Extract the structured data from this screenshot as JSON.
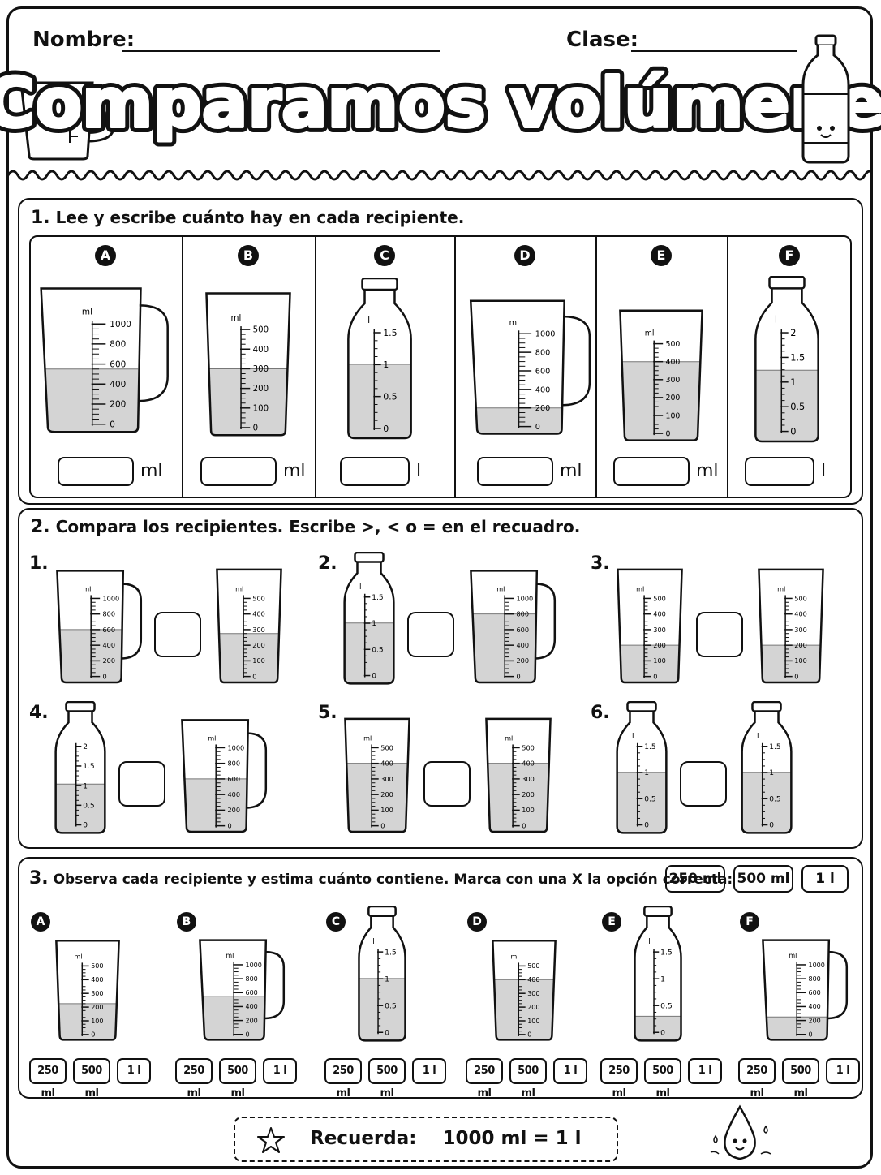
{
  "header": {
    "name_label": "Nombre:",
    "class_label": "Clase:",
    "title": "Comparamos volúmenes"
  },
  "section1": {
    "number": "1.",
    "instruction": "Lee y escribe cuánto hay en cada recipiente.",
    "items": [
      {
        "letter": "A",
        "unit": "ml",
        "scale_unit": "ml",
        "ticks": [
          "1000",
          "800",
          "600",
          "400",
          "200",
          "0"
        ],
        "fill": 0.55,
        "type": "jug"
      },
      {
        "letter": "B",
        "unit": "ml",
        "scale_unit": "ml",
        "ticks": [
          "500",
          "400",
          "300",
          "200",
          "100",
          "0"
        ],
        "fill": 0.6,
        "type": "beaker"
      },
      {
        "letter": "C",
        "unit": "l",
        "scale_unit": "l",
        "ticks": [
          "1.5",
          "1",
          "0.5",
          "0"
        ],
        "fill": 0.67,
        "type": "bottle"
      },
      {
        "letter": "D",
        "unit": "ml",
        "scale_unit": "ml",
        "ticks": [
          "1000",
          "800",
          "600",
          "400",
          "200",
          "0"
        ],
        "fill": 0.2,
        "type": "jug"
      },
      {
        "letter": "E",
        "unit": "ml",
        "scale_unit": "ml",
        "ticks": [
          "500",
          "400",
          "300",
          "200",
          "100",
          "0"
        ],
        "fill": 0.8,
        "type": "beaker"
      },
      {
        "letter": "F",
        "unit": "l",
        "scale_unit": "l",
        "ticks": [
          "2",
          "1.5",
          "1",
          "0.5",
          "0"
        ],
        "fill": 0.62,
        "type": "bottle"
      }
    ]
  },
  "section2": {
    "number": "2.",
    "instruction": "Compara los recipientes. Escribe >, < o = en el recuadro.",
    "pairs": [
      {
        "num": "1.",
        "left": {
          "type": "jug",
          "ticks": [
            "1000",
            "800",
            "600",
            "400",
            "200",
            "0"
          ],
          "fill": 0.6,
          "unit": "ml"
        },
        "right": {
          "type": "beaker",
          "ticks": [
            "500",
            "400",
            "300",
            "200",
            "100",
            "0"
          ],
          "fill": 0.55,
          "unit": "ml"
        }
      },
      {
        "num": "2.",
        "left": {
          "type": "bottle",
          "ticks": [
            "1.5",
            "1",
            "0.5",
            "0"
          ],
          "fill": 0.67,
          "unit": "l"
        },
        "right": {
          "type": "jug",
          "ticks": [
            "1000",
            "800",
            "600",
            "400",
            "200",
            "0"
          ],
          "fill": 0.8,
          "unit": "ml"
        }
      },
      {
        "num": "3.",
        "left": {
          "type": "beaker",
          "ticks": [
            "500",
            "400",
            "300",
            "200",
            "100",
            "0"
          ],
          "fill": 0.4,
          "unit": "ml"
        },
        "right": {
          "type": "beaker",
          "ticks": [
            "500",
            "400",
            "300",
            "200",
            "100",
            "0"
          ],
          "fill": 0.4,
          "unit": "ml"
        }
      },
      {
        "num": "4.",
        "left": {
          "type": "bottle",
          "ticks": [
            "2",
            "1.5",
            "1",
            "0.5",
            "0"
          ],
          "fill": 0.52,
          "unit": ""
        },
        "right": {
          "type": "jug",
          "ticks": [
            "1000",
            "800",
            "600",
            "400",
            "200",
            "0"
          ],
          "fill": 0.6,
          "unit": "ml"
        }
      },
      {
        "num": "5.",
        "left": {
          "type": "beaker",
          "ticks": [
            "500",
            "400",
            "300",
            "200",
            "100",
            "0"
          ],
          "fill": 0.8,
          "unit": "ml"
        },
        "right": {
          "type": "beaker",
          "ticks": [
            "500",
            "400",
            "300",
            "200",
            "100",
            "0"
          ],
          "fill": 0.8,
          "unit": "ml"
        }
      },
      {
        "num": "6.",
        "left": {
          "type": "bottle",
          "ticks": [
            "1.5",
            "1",
            "0.5",
            "0"
          ],
          "fill": 0.67,
          "unit": "l"
        },
        "right": {
          "type": "bottle",
          "ticks": [
            "1.5",
            "1",
            "0.5",
            "0"
          ],
          "fill": 0.67,
          "unit": "l"
        }
      }
    ]
  },
  "section3": {
    "number": "3.",
    "instruction": "Observa cada recipiente y estima cuánto contiene. Marca con una X la opción correcta:",
    "header_options": [
      "250 ml",
      "500 ml",
      "1 l"
    ],
    "items": [
      {
        "letter": "A",
        "type": "beaker",
        "ticks": [
          "500",
          "400",
          "300",
          "200",
          "100",
          "0"
        ],
        "fill": 0.45,
        "unit": "ml",
        "options": [
          "250 ml",
          "500 ml",
          "1 l"
        ]
      },
      {
        "letter": "B",
        "type": "jug",
        "ticks": [
          "1000",
          "800",
          "600",
          "400",
          "200",
          "0"
        ],
        "fill": 0.55,
        "unit": "ml",
        "options": [
          "250 ml",
          "500 ml",
          "1 l"
        ]
      },
      {
        "letter": "C",
        "type": "bottle",
        "ticks": [
          "1.5",
          "1",
          "0.5",
          "0"
        ],
        "fill": 0.67,
        "unit": "l",
        "options": [
          "250 ml",
          "500 ml",
          "1 l"
        ]
      },
      {
        "letter": "D",
        "type": "beaker",
        "ticks": [
          "500",
          "400",
          "300",
          "200",
          "100",
          "0"
        ],
        "fill": 0.8,
        "unit": "ml",
        "options": [
          "250 ml",
          "500 ml",
          "1 l"
        ]
      },
      {
        "letter": "E",
        "type": "bottle",
        "ticks": [
          "1.5",
          "1",
          "0.5",
          "0"
        ],
        "fill": 0.2,
        "unit": "l",
        "options": [
          "250 ml",
          "500 ml",
          "1 l"
        ]
      },
      {
        "letter": "F",
        "type": "jug",
        "ticks": [
          "1000",
          "800",
          "600",
          "400",
          "200",
          "0"
        ],
        "fill": 0.25,
        "unit": "ml",
        "options": [
          "250 ml",
          "500 ml",
          "1 l"
        ]
      }
    ]
  },
  "remember": {
    "label": "Recuerda:",
    "fact": "1000 ml = 1 l"
  },
  "icons": [
    "measuring-jug-mascot-icon",
    "bottle-mascot-icon",
    "star-icon",
    "water-drop-mascot-icon"
  ],
  "colors": {
    "ink": "#111111",
    "liquid": "#d4d4d4",
    "paper": "#ffffff"
  }
}
